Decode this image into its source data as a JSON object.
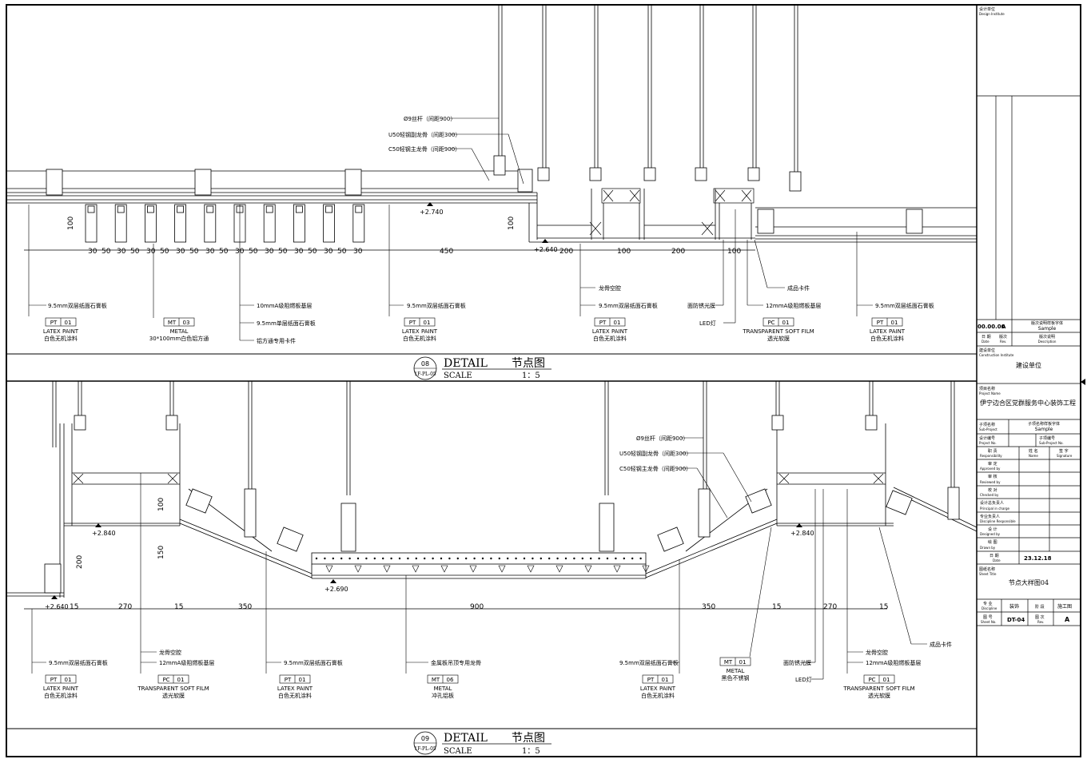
{
  "detail08": {
    "number": "08",
    "ref": "1F-PL-05",
    "title_en": "DETAIL",
    "title_cn": "节点图",
    "scale_label": "SCALE",
    "scale_value": "1：5",
    "levels": [
      "+2.740",
      "+2.640"
    ],
    "dims_h": [
      "30",
      "50",
      "30",
      "50",
      "30",
      "50",
      "30",
      "50",
      "30",
      "50",
      "30",
      "50",
      "30",
      "50",
      "30",
      "50",
      "30",
      "50",
      "30",
      "450",
      "200",
      "100",
      "200",
      "100"
    ],
    "dims_v": [
      "100",
      "100"
    ],
    "callouts_top": [
      "Ø9丝杆（间距900）",
      "U50轻钢副龙骨（间距300）",
      "C50轻钢主龙骨（间距900）"
    ],
    "notes": {
      "n1": "9.5mm双层纸面石膏板",
      "n2": "10mmA级阻燃板基层",
      "n3": "9.5mm单层纸面石膏板",
      "n4": "铝方通专用卡件",
      "n5": "9.5mm双层纸面石膏板",
      "n6": "龙骨空腔",
      "n7": "9.5mm双层纸面石膏板",
      "n8": "成品卡件",
      "n9": "面防锈光膜",
      "n10": "12mmA级阻燃板基层",
      "n11": "LED灯",
      "n12": "9.5mm双层纸面石膏板"
    },
    "tags": [
      {
        "code": "PT",
        "num": "01",
        "l1": "LATEX PAINT",
        "l2": "白色无机涂料"
      },
      {
        "code": "MT",
        "num": "03",
        "l1": "METAL",
        "l2": "30*100mm白色铝方通"
      },
      {
        "code": "PT",
        "num": "01",
        "l1": "LATEX PAINT",
        "l2": "白色无机涂料"
      },
      {
        "code": "PT",
        "num": "01",
        "l1": "LATEX PAINT",
        "l2": "白色无机涂料"
      },
      {
        "code": "PC",
        "num": "01",
        "l1": "TRANSPARENT SOFT FILM",
        "l2": "透光软膜"
      },
      {
        "code": "PT",
        "num": "01",
        "l1": "LATEX PAINT",
        "l2": "白色无机涂料"
      }
    ]
  },
  "detail09": {
    "number": "09",
    "ref": "1F-PL-05",
    "title_en": "DETAIL",
    "title_cn": "节点图",
    "scale_label": "SCALE",
    "scale_value": "1：5",
    "levels": [
      "+2.840",
      "+2.690",
      "+2.840",
      "+2.640"
    ],
    "dims_h": [
      "15",
      "270",
      "15",
      "350",
      "900",
      "350",
      "15",
      "270",
      "15"
    ],
    "dims_v": [
      "100",
      "150",
      "200"
    ],
    "callouts_top": [
      "Ø9丝杆（间距900）",
      "U50轻钢副龙骨（间距300）",
      "C50轻钢主龙骨（间距900）"
    ],
    "notes": {
      "n1": "9.5mm双层纸面石膏板",
      "n2": "龙骨空腔",
      "n3": "12mmA级阻燃板基层",
      "n4": "9.5mm双层纸面石膏板",
      "n5": "金属板吊顶专用龙骨",
      "n6": "9.5mm双层纸面石膏板",
      "n7": "面防锈光膜",
      "n8": "LED灯",
      "n9": "龙骨空腔",
      "n10": "12mmA级阻燃板基层",
      "n11": "成品卡件"
    },
    "tags": [
      {
        "code": "PT",
        "num": "01",
        "l1": "LATEX PAINT",
        "l2": "白色无机涂料"
      },
      {
        "code": "PC",
        "num": "01",
        "l1": "TRANSPARENT SOFT FILM",
        "l2": "透光软膜"
      },
      {
        "code": "PT",
        "num": "01",
        "l1": "LATEX PAINT",
        "l2": "白色无机涂料"
      },
      {
        "code": "MT",
        "num": "06",
        "l1": "METAL",
        "l2": "冲孔铝板"
      },
      {
        "code": "PT",
        "num": "01",
        "l1": "LATEX PAINT",
        "l2": "白色无机涂料"
      },
      {
        "code": "MT",
        "num": "01",
        "l1": "METAL",
        "l2": "黑色不锈钢"
      },
      {
        "code": "PC",
        "num": "01",
        "l1": "TRANSPARENT SOFT FILM",
        "l2": "透光软膜"
      }
    ]
  },
  "title_block": {
    "design_institute_cn": "设计单位",
    "design_institute_en": "Design Institute",
    "revision_date": "00.00.00",
    "revision_no": "A",
    "revision_desc_cn": "版次说明样板字体",
    "revision_desc_en": "Sample",
    "date_cn": "日 期",
    "date_en": "Date",
    "rev_cn": "版次",
    "rev_en": "Rev.",
    "desc_cn": "版次说明",
    "desc_en": "Description",
    "construction_cn": "建设单位",
    "construction_en": "Construction Institute",
    "construction_value": "建设单位",
    "project_name_cn": "项目名称",
    "project_name_en": "Project Name",
    "project_name_value": "伊宁边合区党群服务中心装饰工程",
    "sub_project_cn": "子项名称",
    "sub_project_en": "Sub-Project",
    "sub_project_value_cn": "子项名称样板字体",
    "sub_project_value_en": "Sample",
    "project_no_cn": "设计编号",
    "project_no_en": "Project No.",
    "sub_project_no_cn": "子项编号",
    "sub_project_no_en": "Sub-Project No.",
    "resp_cn": "职 责",
    "resp_en": "Responsibility",
    "name_cn": "姓 名",
    "name_en": "Name",
    "sign_cn": "签 字",
    "sign_en": "Signature",
    "roles": [
      {
        "cn": "审 定",
        "en": "Approved by"
      },
      {
        "cn": "审 核",
        "en": "Reviewed by"
      },
      {
        "cn": "校 对",
        "en": "Checked by"
      },
      {
        "cn": "设计总负责人",
        "en": "Principal in charge"
      },
      {
        "cn": "专业负责人",
        "en": "Discipline Responsible"
      },
      {
        "cn": "设 计",
        "en": "Designed by"
      },
      {
        "cn": "绘 图",
        "en": "Drawn by"
      }
    ],
    "date_row_cn": "日 期",
    "date_row_en": "Date",
    "date_value": "23.12.18",
    "sheet_title_cn": "图纸名称",
    "sheet_title_en": "Sheet Title",
    "sheet_title_value": "节点大样图04",
    "discipline_cn": "专 业",
    "discipline_en": "Discipline",
    "discipline_value": "装饰",
    "stage_cn": "阶 段",
    "stage_value": "施工图",
    "sheet_no_cn": "图 号",
    "sheet_no_en": "Sheet No.",
    "sheet_no_value": "DT-04",
    "rev2_cn": "图 次",
    "rev2_en": "Rev.",
    "rev2_value": "A"
  }
}
